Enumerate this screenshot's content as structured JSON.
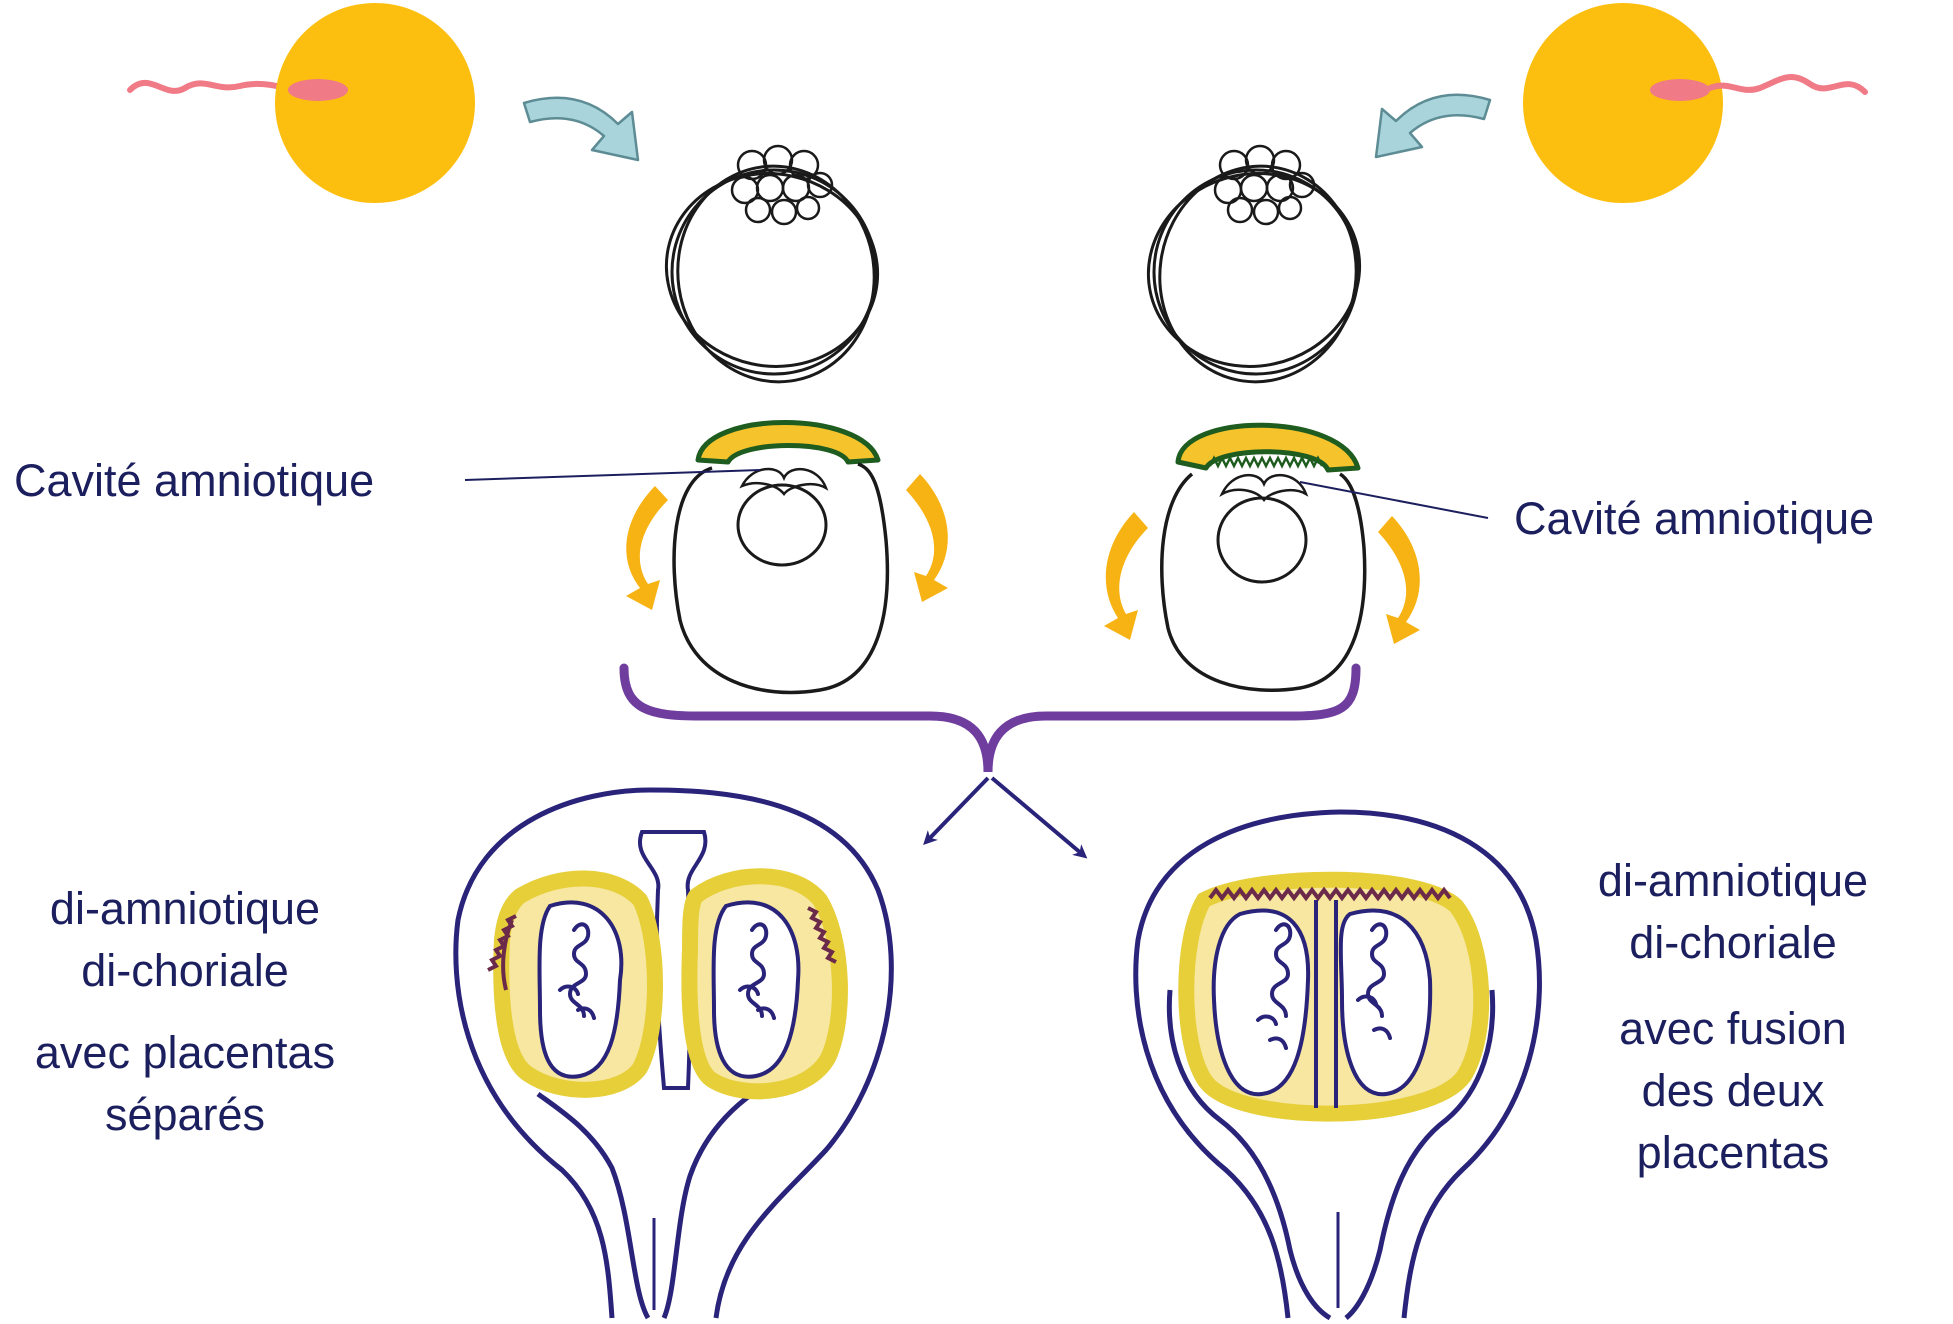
{
  "labels": {
    "left_cavity": "Cavité amniotique",
    "right_cavity": "Cavité amniotique"
  },
  "left_description": {
    "line1": "di-amniotique",
    "line2": "di-choriale",
    "line3": "avec placentas",
    "line4": "séparés"
  },
  "right_description": {
    "line1": "di-amniotique",
    "line2": "di-choriale",
    "line3": "avec fusion",
    "line4": "des deux",
    "line5": "placentas"
  },
  "colors": {
    "text": "#1c1f5e",
    "egg": "#fdbf0f",
    "sperm": "#f07a85",
    "arrow_blue": "#a9d4dc",
    "arrow_orange": "#f7b314",
    "brace_purple": "#6f3d9e",
    "trophoblast": "#f5c32c",
    "trophoblast_border": "#1f5c1f",
    "uterus_outline": "#29237a",
    "placenta": "#e7cf3a"
  }
}
